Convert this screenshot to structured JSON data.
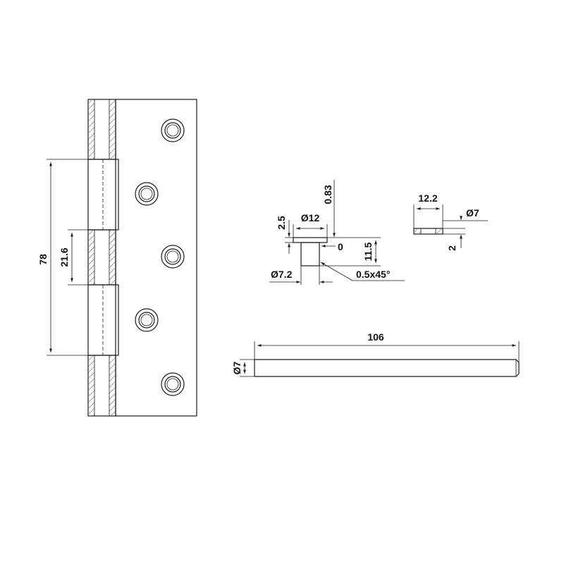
{
  "dimensions": {
    "hinge_height": "78",
    "knuckle_length": "21.6",
    "pin_head_height": "2.5",
    "pin_head_diameter": "Ø12",
    "pin_cap_gap": "0.83",
    "pin_offset": "0",
    "pin_head_length": "11.5",
    "pin_shank_diameter": "Ø7.2",
    "chamfer": "0.5x45°",
    "washer_outer_diameter": "12.2",
    "washer_inner_diameter": "Ø7",
    "washer_thickness": "2",
    "pin_length": "106",
    "pin_diameter": "Ø7"
  },
  "colors": {
    "line": "#1a1a1a",
    "background": "#ffffff"
  }
}
